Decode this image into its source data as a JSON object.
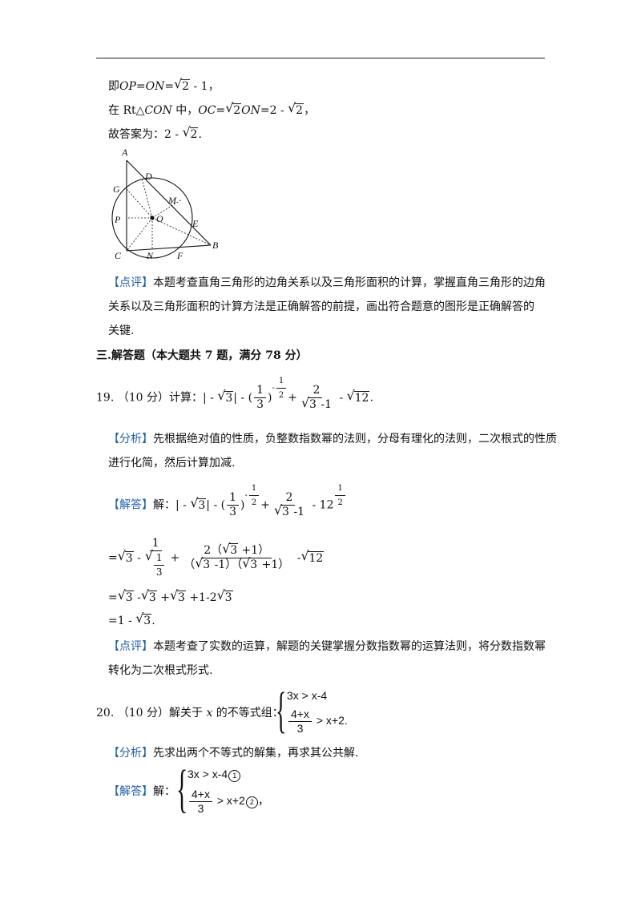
{
  "lines": {
    "l1_pre": "即",
    "l1_op": "OP",
    "l1_eq1": "=",
    "l1_on": "ON",
    "l1_eq2": "=",
    "l1_rad": "2",
    "l1_post": " - 1，",
    "l2_pre": "在 Rt△",
    "l2_con": "CON",
    "l2_mid": " 中，",
    "l2_oc": "OC",
    "l2_eq": "=",
    "l2_rad1": "2",
    "l2_on": "ON",
    "l2_mid2": "=2 - ",
    "l2_rad2": "2",
    "l2_post": "，",
    "l3_pre": "故答案为：2 - ",
    "l3_rad": "2",
    "l3_post": "."
  },
  "figure": {
    "labels": {
      "A": "A",
      "D": "D",
      "G": "G",
      "M": "M",
      "P": "P",
      "O": "O",
      "E": "E",
      "B": "B",
      "C": "C",
      "N": "N",
      "F": "F"
    }
  },
  "review1": {
    "tag": "【点评】",
    "line1": "本题考查直角三角形的边角关系以及三角形面积的计算，掌握直角三角形的边角",
    "line2": "关系以及三角形面积的计算方法是正确解答的前提，画出符合题意的图形是正确解答的",
    "line3": "关键."
  },
  "section3": "三.解答题（本大题共 7 题，满分 78 分）",
  "q19": {
    "no": "19.",
    "score": "（10 分）计算：",
    "abs_open": "| - ",
    "rad3": "3",
    "abs_close": "| - ",
    "f_num": "1",
    "f_den": "3",
    "exp_num": "1",
    "exp_den": "2",
    "exp_sign": "-",
    "plus": "+",
    "f2_num": "2",
    "f2_den_rad": "3",
    "f2_den_tail": " -1",
    "minus": " - ",
    "rad12": "12",
    "end": "."
  },
  "analysis19": {
    "tag": "【分析】",
    "line1": "先根据绝对值的性质，负整数指数幂的法则，分母有理化的法则，二次根式的性质",
    "line2": "进行化简，然后计算加减."
  },
  "solution19": {
    "tag": "【解答】",
    "jie": "解：",
    "abs_open": "| - ",
    "rad3": "3",
    "abs_close": "| - ",
    "f_num": "1",
    "f_den": "3",
    "exp_sign": "-",
    "exp_num": "1",
    "exp_den": "2",
    "plus": "+",
    "f2_num": "2",
    "f2_den_rad": "3",
    "f2_den_tail": " -1",
    "minus": " - ",
    "base12": "12",
    "p_num": "1",
    "p_den": "2",
    "s2_eq": "=",
    "s2_rad3": "3",
    "s2_minus": " -",
    "s2_f_num": "1",
    "s2_f_den_num": "1",
    "s2_f_den_den": "3",
    "s2_plus": "+",
    "s2_f2_num_a": "2（",
    "s2_f2_num_rad": "3",
    "s2_f2_num_b": " +1）",
    "s2_f2_den_a": "（",
    "s2_f2_den_rad1": "3",
    "s2_f2_den_b": " -1）（",
    "s2_f2_den_rad2": "3",
    "s2_f2_den_c": " +1）",
    "s2_minus2": " -",
    "s2_rad12": "12",
    "s3_eq": "=",
    "s3_r1": "3",
    "s3_m": " -",
    "s3_r2": "3",
    "s3_p": " +",
    "s3_r3": "3",
    "s3_tail": " +1-2",
    "s3_r4": "3",
    "s4": "=1 - ",
    "s4_rad": "3",
    "s4_end": "."
  },
  "review19": {
    "tag": "【点评】",
    "line1": "本题考查了实数的运算，解题的关键掌握分数指数幂的运算法则，将分数指数幂",
    "line2": "转化为二次根式形式."
  },
  "q20": {
    "no": "20.",
    "text_pre": "（10 分）解关于 ",
    "x": "x",
    "text_post": " 的不等式组：",
    "row1": "3x > x-4",
    "row2_num": "4+x",
    "row2_den": "3",
    "row2_tail": " > x+2",
    "end": "."
  },
  "analysis20": {
    "tag": "【分析】",
    "line1": "先求出两个不等式的解集，再求其公共解."
  },
  "solution20": {
    "tag": "【解答】",
    "jie": "解：",
    "row1": "3x > x-4",
    "c1": "1",
    "row2_num": "4+x",
    "row2_den": "3",
    "row2_tail": " > x+2",
    "c2": "2",
    "end": "，"
  }
}
